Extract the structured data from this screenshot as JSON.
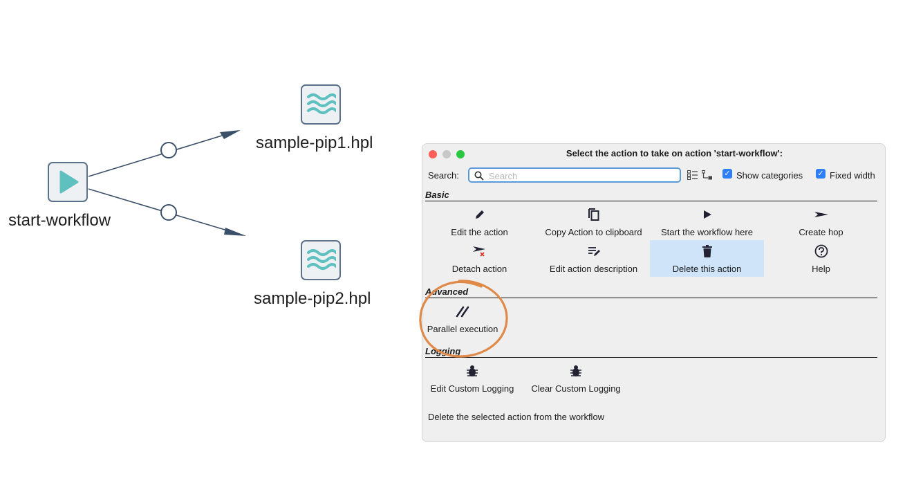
{
  "workflow": {
    "start_label": "start-workflow",
    "pipeline1_label": "sample-pip1.hpl",
    "pipeline2_label": "sample-pip2.hpl",
    "colors": {
      "hop": "#3b5068",
      "teal": "#5fc0c0"
    }
  },
  "dialog": {
    "title": "Select the action to take on action 'start-workflow':",
    "search_label": "Search:",
    "search_placeholder": "Search",
    "show_categories_label": "Show categories",
    "fixed_width_label": "Fixed width",
    "categories": {
      "basic": "Basic",
      "advanced": "Advanced",
      "logging": "Logging"
    },
    "basic_items": [
      {
        "label": "Edit the action",
        "icon": "pencil-icon"
      },
      {
        "label": "Copy Action to clipboard",
        "icon": "copy-icon"
      },
      {
        "label": "Start the workflow here",
        "icon": "play-icon"
      },
      {
        "label": "Create hop",
        "icon": "hop-arrow-icon"
      },
      {
        "label": "Detach action",
        "icon": "detach-icon"
      },
      {
        "label": "Edit action description",
        "icon": "edit-description-icon"
      },
      {
        "label": "Delete this action",
        "icon": "trash-icon",
        "selected": true
      },
      {
        "label": "Help",
        "icon": "help-icon"
      }
    ],
    "advanced_items": [
      {
        "label": "Parallel execution",
        "icon": "parallel-icon"
      }
    ],
    "logging_items": [
      {
        "label": "Edit Custom Logging",
        "icon": "bug-icon"
      },
      {
        "label": "Clear Custom Logging",
        "icon": "bug-icon"
      }
    ],
    "status_text": "Delete the selected action from the workflow",
    "colors": {
      "selected": "#cfe4f9",
      "accent": "#2d7ef7",
      "annotation": "#e08a4a"
    }
  }
}
